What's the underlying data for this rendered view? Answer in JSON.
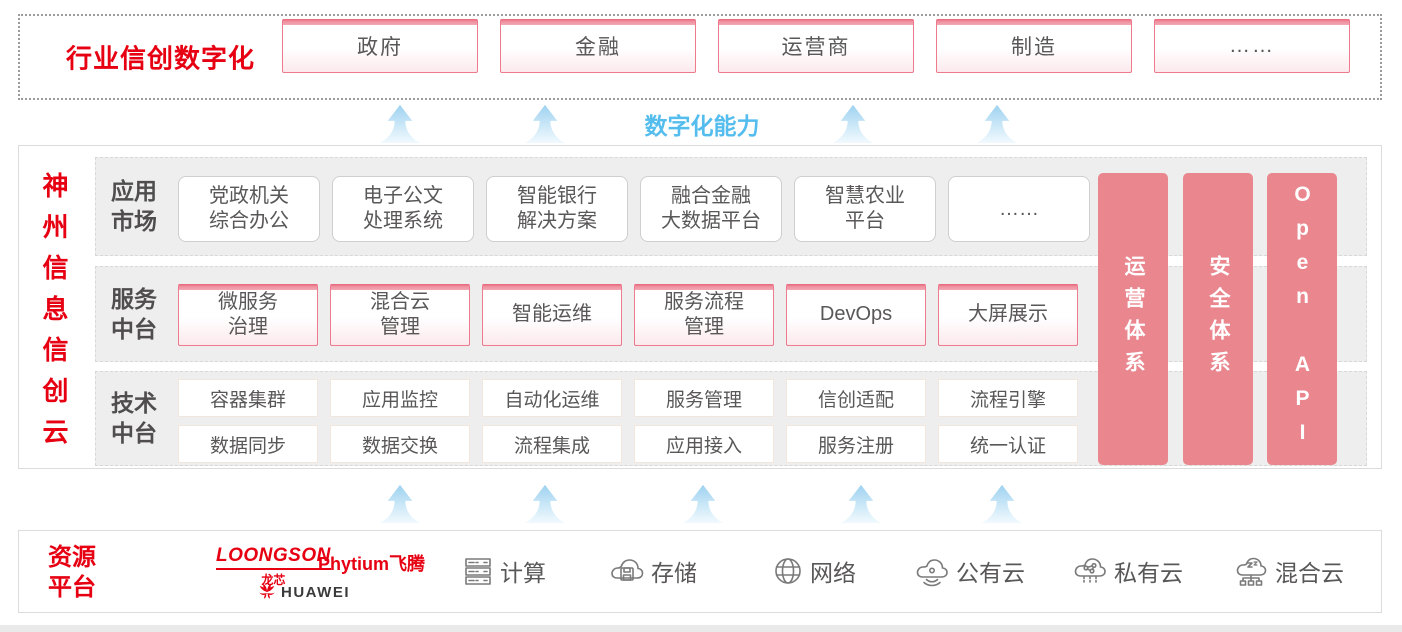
{
  "top_banner": {
    "title": "行业信创数字化",
    "industries": [
      "政府",
      "金融",
      "运营商",
      "制造",
      "……"
    ]
  },
  "capability_label": "数字化能力",
  "main": {
    "brand_vertical": "神州信息信创云",
    "app_row": {
      "label": "应用\n市场",
      "boxes": [
        "党政机关\n综合办公",
        "电子公文\n处理系统",
        "智能银行\n解决方案",
        "融合金融\n大数据平台",
        "智慧农业\n平台",
        "……"
      ]
    },
    "service_row": {
      "label": "服务\n中台",
      "boxes": [
        "微服务\n治理",
        "混合云\n管理",
        "智能运维",
        "服务流程\n管理",
        "DevOps",
        "大屏展示"
      ]
    },
    "tech_row": {
      "label": "技术\n中台",
      "boxes_top": [
        "容器集群",
        "应用监控",
        "自动化运维",
        "服务管理",
        "信创适配",
        "流程引擎"
      ],
      "boxes_bottom": [
        "数据同步",
        "数据交换",
        "流程集成",
        "应用接入",
        "服务注册",
        "统一认证"
      ]
    },
    "side_bars": [
      "运营体系",
      "安全体系",
      "Open API"
    ]
  },
  "resource": {
    "title": "资源\n平台",
    "vendors": {
      "loongson": {
        "name": "LOONGSON",
        "sub": "龙芯"
      },
      "phytium": {
        "name": "Phytium飞腾"
      },
      "huawei": {
        "name": "HUAWEI"
      }
    },
    "items": [
      {
        "icon": "compute-icon",
        "label": "计算"
      },
      {
        "icon": "storage-icon",
        "label": "存储"
      },
      {
        "icon": "network-icon",
        "label": "网络"
      },
      {
        "icon": "public-cloud-icon",
        "label": "公有云"
      },
      {
        "icon": "private-cloud-icon",
        "label": "私有云"
      },
      {
        "icon": "hybrid-cloud-icon",
        "label": "混合云"
      }
    ]
  },
  "colors": {
    "accent_red": "#e60012",
    "accent_pink_bar": "#e9868e",
    "accent_blue": "#54bdee"
  }
}
